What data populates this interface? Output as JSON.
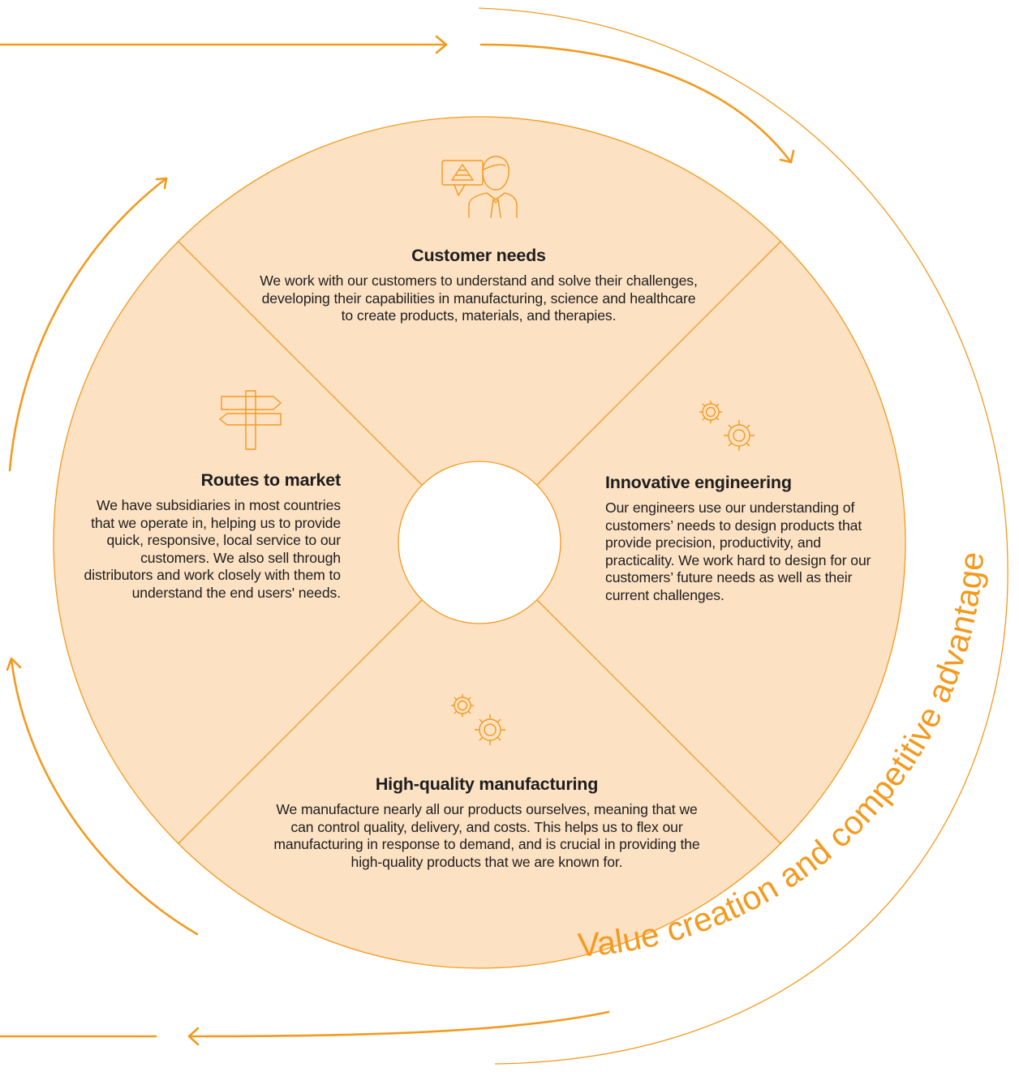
{
  "colors": {
    "accent": "#F39A1F",
    "segment_fill": "#FCE1C3",
    "text": "#1E1E1E"
  },
  "ring_label": "Value creation and competitive advantage",
  "segments": [
    {
      "id": "customer",
      "title": "Customer needs",
      "icon": "customer-consultation-icon",
      "body": "We work with our customers to understand and solve their challenges, developing their capabilities in manufacturing, science and healthcare to create products, materials, and therapies."
    },
    {
      "id": "innovative",
      "title": "Innovative engineering",
      "icon": "gears-icon",
      "body": "Our engineers use our understanding of customers’ needs to design products that provide precision, productivity, and practicality. We work hard to design for our customers’ future needs as well as their current challenges."
    },
    {
      "id": "manufacturing",
      "title": "High-quality manufacturing",
      "icon": "gears-icon",
      "body": "We manufacture nearly all our products ourselves, meaning that we can control quality, delivery, and costs. This helps us to flex our manufacturing in response to demand, and is crucial in providing the high-quality products that we are known for."
    },
    {
      "id": "routes",
      "title": "Routes to market",
      "icon": "signpost-icon",
      "body": "We have subsidiaries in most countries that we operate in, helping us to provide quick, responsive, local service to our customers. We also sell through distributors and work closely with them to understand the end users' needs."
    }
  ]
}
